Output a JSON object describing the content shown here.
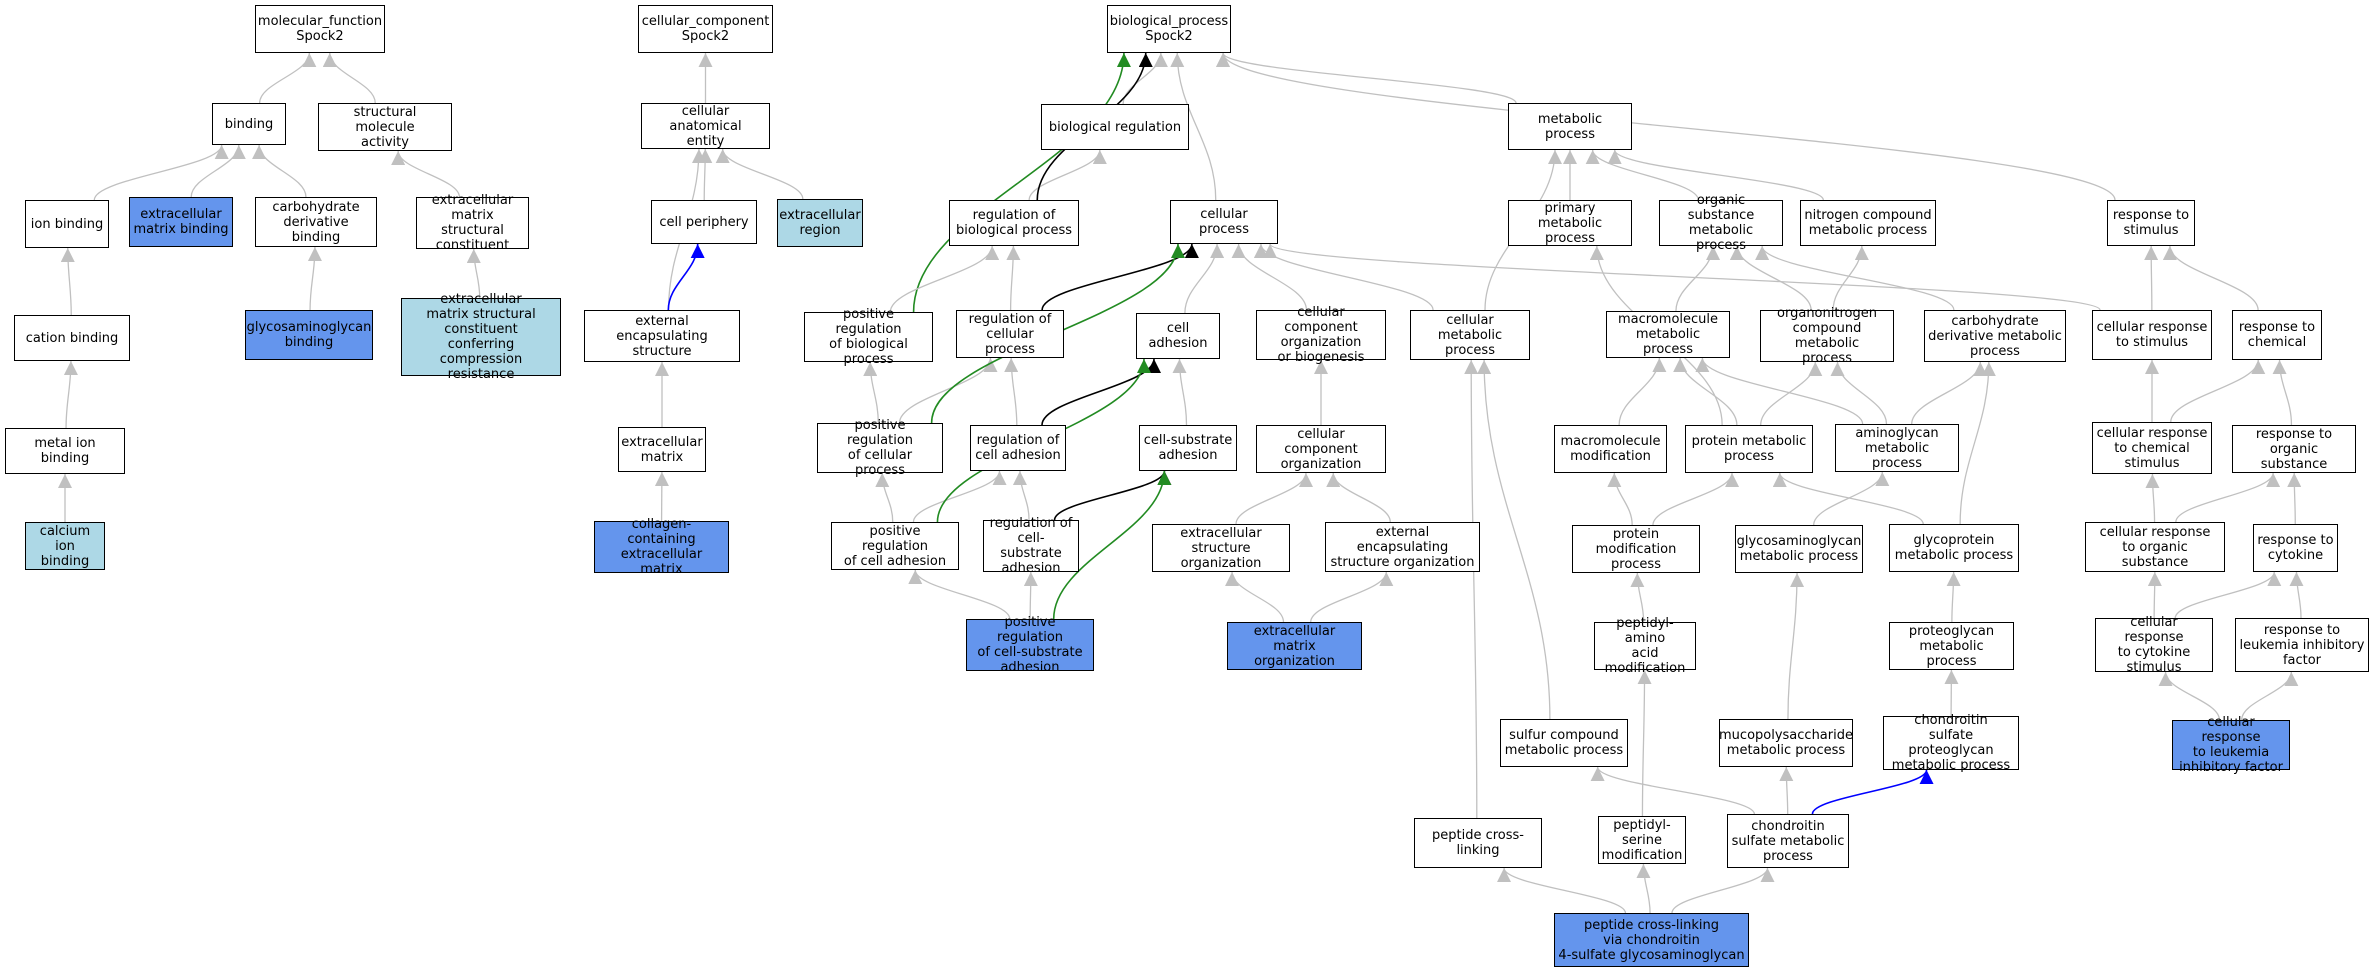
{
  "colors": {
    "default_edge": "#c0c0c0",
    "black_edge": "#000000",
    "green_edge": "#228b22",
    "blue_edge": "#0000ff",
    "light_fill": "#add8e6",
    "medium_fill": "#6495ed"
  },
  "nodes": {
    "mf": {
      "label": "molecular_function\nSpock2",
      "fill": "white"
    },
    "binding": {
      "label": "binding",
      "fill": "white"
    },
    "sma": {
      "label": "structural molecule\nactivity",
      "fill": "white"
    },
    "ionb": {
      "label": "ion binding",
      "fill": "white"
    },
    "ecmb": {
      "label": "extracellular\nmatrix binding",
      "fill": "medium"
    },
    "cdb": {
      "label": "carbohydrate\nderivative binding",
      "fill": "white"
    },
    "emsc": {
      "label": "extracellular\nmatrix structural\nconstituent",
      "fill": "white"
    },
    "catb": {
      "label": "cation binding",
      "fill": "white"
    },
    "gagb": {
      "label": "glycosaminoglycan\nbinding",
      "fill": "medium"
    },
    "emscc": {
      "label": "extracellular\nmatrix structural\nconstituent\nconferring compression\nresistance",
      "fill": "light"
    },
    "metb": {
      "label": "metal ion binding",
      "fill": "white"
    },
    "cab": {
      "label": "calcium ion\nbinding",
      "fill": "light"
    },
    "cc": {
      "label": "cellular_component\nSpock2",
      "fill": "white"
    },
    "cae": {
      "label": "cellular anatomical\nentity",
      "fill": "white"
    },
    "cper": {
      "label": "cell periphery",
      "fill": "white"
    },
    "ecr": {
      "label": "extracellular\nregion",
      "fill": "light"
    },
    "ees": {
      "label": "external encapsulating\nstructure",
      "fill": "white"
    },
    "ecm": {
      "label": "extracellular\nmatrix",
      "fill": "white"
    },
    "cecm": {
      "label": "collagen-containing\nextracellular\nmatrix",
      "fill": "medium"
    },
    "bp": {
      "label": "biological_process\nSpock2",
      "fill": "white"
    },
    "breg": {
      "label": "biological regulation",
      "fill": "white"
    },
    "metp": {
      "label": "metabolic process",
      "fill": "white"
    },
    "rbp": {
      "label": "regulation of\nbiological process",
      "fill": "white"
    },
    "cellp": {
      "label": "cellular process",
      "fill": "white"
    },
    "pmp": {
      "label": "primary metabolic\nprocess",
      "fill": "white"
    },
    "osmp": {
      "label": "organic substance\nmetabolic process",
      "fill": "white"
    },
    "ncmp": {
      "label": "nitrogen compound\nmetabolic process",
      "fill": "white"
    },
    "rts": {
      "label": "response to\nstimulus",
      "fill": "white"
    },
    "prbp": {
      "label": "positive regulation\nof biological\nprocess",
      "fill": "white"
    },
    "rcp": {
      "label": "regulation of\ncellular process",
      "fill": "white"
    },
    "cadh": {
      "label": "cell adhesion",
      "fill": "white"
    },
    "ccob": {
      "label": "cellular component\norganization\nor biogenesis",
      "fill": "white"
    },
    "cmp": {
      "label": "cellular metabolic\nprocess",
      "fill": "white"
    },
    "mmp": {
      "label": "macromolecule\nmetabolic process",
      "fill": "white"
    },
    "oncmp": {
      "label": "organonitrogen\ncompound metabolic\nprocess",
      "fill": "white"
    },
    "cdmp": {
      "label": "carbohydrate\nderivative metabolic\nprocess",
      "fill": "white"
    },
    "crs": {
      "label": "cellular response\nto stimulus",
      "fill": "white"
    },
    "rtc": {
      "label": "response to\nchemical",
      "fill": "white"
    },
    "prcp": {
      "label": "positive regulation\nof cellular\nprocess",
      "fill": "white"
    },
    "rca": {
      "label": "regulation of\ncell adhesion",
      "fill": "white"
    },
    "csa": {
      "label": "cell-substrate\nadhesion",
      "fill": "white"
    },
    "cco": {
      "label": "cellular component\norganization",
      "fill": "white"
    },
    "mmod": {
      "label": "macromolecule\nmodification",
      "fill": "white"
    },
    "protmp": {
      "label": "protein metabolic\nprocess",
      "fill": "white"
    },
    "agmp": {
      "label": "aminoglycan\nmetabolic process",
      "fill": "white"
    },
    "crcs": {
      "label": "cellular response\nto chemical\nstimulus",
      "fill": "white"
    },
    "rtos": {
      "label": "response to\norganic substance",
      "fill": "white"
    },
    "prca": {
      "label": "positive regulation\nof cell adhesion",
      "fill": "white"
    },
    "rcsa": {
      "label": "regulation of\ncell-substrate\nadhesion",
      "fill": "white"
    },
    "ecso": {
      "label": "extracellular\nstructure organization",
      "fill": "white"
    },
    "eeso": {
      "label": "external encapsulating\nstructure organization",
      "fill": "white"
    },
    "pmodp": {
      "label": "protein modification\nprocess",
      "fill": "white"
    },
    "gagmp": {
      "label": "glycosaminoglycan\nmetabolic process",
      "fill": "white"
    },
    "gpmp": {
      "label": "glycoprotein\nmetabolic process",
      "fill": "white"
    },
    "crtos": {
      "label": "cellular response\nto organic substance",
      "fill": "white"
    },
    "rtcyt": {
      "label": "response to\ncytokine",
      "fill": "white"
    },
    "prcsa": {
      "label": "positive regulation\nof cell-substrate\nadhesion",
      "fill": "medium"
    },
    "ecmo": {
      "label": "extracellular\nmatrix organization",
      "fill": "medium"
    },
    "paam": {
      "label": "peptidyl-amino\nacid modification",
      "fill": "white"
    },
    "pgmp": {
      "label": "proteoglycan\nmetabolic process",
      "fill": "white"
    },
    "crcyt": {
      "label": "cellular response\nto cytokine\nstimulus",
      "fill": "white"
    },
    "rlif": {
      "label": "response to\nleukemia inhibitory\nfactor",
      "fill": "white"
    },
    "scmp": {
      "label": "sulfur compound\nmetabolic process",
      "fill": "white"
    },
    "mpsmp": {
      "label": "mucopolysaccharide\nmetabolic process",
      "fill": "white"
    },
    "cspmp": {
      "label": "chondroitin\nsulfate proteoglycan\nmetabolic process",
      "fill": "white"
    },
    "crlif": {
      "label": "cellular response\nto leukemia\ninhibitory factor",
      "fill": "medium"
    },
    "pcl": {
      "label": "peptide cross-linking",
      "fill": "white"
    },
    "psm": {
      "label": "peptidyl-serine\nmodification",
      "fill": "white"
    },
    "csmp": {
      "label": "chondroitin\nsulfate metabolic\nprocess",
      "fill": "white"
    },
    "pclc": {
      "label": "peptide cross-linking\nvia chondroitin\n4-sulfate glycosaminoglycan",
      "fill": "medium"
    }
  },
  "edges": [
    [
      "binding",
      "mf",
      "default"
    ],
    [
      "sma",
      "mf",
      "default"
    ],
    [
      "ionb",
      "binding",
      "default"
    ],
    [
      "ecmb",
      "binding",
      "default"
    ],
    [
      "cdb",
      "binding",
      "default"
    ],
    [
      "emsc",
      "sma",
      "default"
    ],
    [
      "catb",
      "ionb",
      "default"
    ],
    [
      "gagb",
      "cdb",
      "default"
    ],
    [
      "emscc",
      "emsc",
      "default"
    ],
    [
      "metb",
      "catb",
      "default"
    ],
    [
      "cab",
      "metb",
      "default"
    ],
    [
      "cae",
      "cc",
      "default"
    ],
    [
      "cper",
      "cae",
      "default"
    ],
    [
      "ecr",
      "cae",
      "default"
    ],
    [
      "ees",
      "cae",
      "default"
    ],
    [
      "ees",
      "cper",
      "blue"
    ],
    [
      "ecm",
      "ees",
      "default"
    ],
    [
      "cecm",
      "ecm",
      "default"
    ],
    [
      "breg",
      "bp",
      "default"
    ],
    [
      "metp",
      "bp",
      "default"
    ],
    [
      "rts",
      "bp",
      "default"
    ],
    [
      "cellp",
      "bp",
      "default"
    ],
    [
      "rbp",
      "breg",
      "default"
    ],
    [
      "rbp",
      "bp",
      "black"
    ],
    [
      "prbp",
      "bp",
      "green"
    ],
    [
      "prbp",
      "rbp",
      "default"
    ],
    [
      "rcp",
      "rbp",
      "default"
    ],
    [
      "rcp",
      "cellp",
      "black"
    ],
    [
      "prcp",
      "prbp",
      "default"
    ],
    [
      "prcp",
      "rcp",
      "default"
    ],
    [
      "prcp",
      "cellp",
      "green"
    ],
    [
      "cadh",
      "cellp",
      "default"
    ],
    [
      "ccob",
      "cellp",
      "default"
    ],
    [
      "cmp",
      "cellp",
      "default"
    ],
    [
      "crs",
      "cellp",
      "default"
    ],
    [
      "cmp",
      "metp",
      "default"
    ],
    [
      "pmp",
      "metp",
      "default"
    ],
    [
      "osmp",
      "metp",
      "default"
    ],
    [
      "ncmp",
      "metp",
      "default"
    ],
    [
      "rca",
      "rcp",
      "default"
    ],
    [
      "rca",
      "cadh",
      "black"
    ],
    [
      "csa",
      "cadh",
      "default"
    ],
    [
      "prca",
      "prcp",
      "default"
    ],
    [
      "prca",
      "rca",
      "default"
    ],
    [
      "prca",
      "cadh",
      "green"
    ],
    [
      "rcsa",
      "rca",
      "default"
    ],
    [
      "rcsa",
      "csa",
      "black"
    ],
    [
      "prcsa",
      "prca",
      "default"
    ],
    [
      "prcsa",
      "rcsa",
      "default"
    ],
    [
      "prcsa",
      "csa",
      "green"
    ],
    [
      "cco",
      "ccob",
      "default"
    ],
    [
      "ecso",
      "cco",
      "default"
    ],
    [
      "eeso",
      "cco",
      "default"
    ],
    [
      "ecmo",
      "ecso",
      "default"
    ],
    [
      "ecmo",
      "eeso",
      "default"
    ],
    [
      "mmp",
      "osmp",
      "default"
    ],
    [
      "oncmp",
      "osmp",
      "default"
    ],
    [
      "oncmp",
      "ncmp",
      "default"
    ],
    [
      "cdmp",
      "osmp",
      "default"
    ],
    [
      "mmod",
      "mmp",
      "default"
    ],
    [
      "protmp",
      "mmp",
      "default"
    ],
    [
      "protmp",
      "pmp",
      "default"
    ],
    [
      "protmp",
      "oncmp",
      "default"
    ],
    [
      "agmp",
      "mmp",
      "default"
    ],
    [
      "agmp",
      "oncmp",
      "default"
    ],
    [
      "agmp",
      "cdmp",
      "default"
    ],
    [
      "pmodp",
      "mmod",
      "default"
    ],
    [
      "pmodp",
      "protmp",
      "default"
    ],
    [
      "gagmp",
      "agmp",
      "default"
    ],
    [
      "gpmp",
      "protmp",
      "default"
    ],
    [
      "gpmp",
      "cdmp",
      "default"
    ],
    [
      "paam",
      "pmodp",
      "default"
    ],
    [
      "pgmp",
      "gpmp",
      "default"
    ],
    [
      "cspmp",
      "pgmp",
      "default"
    ],
    [
      "mpsmp",
      "gagmp",
      "default"
    ],
    [
      "scmp",
      "cmp",
      "default"
    ],
    [
      "pcl",
      "cmp",
      "default"
    ],
    [
      "psm",
      "paam",
      "default"
    ],
    [
      "csmp",
      "scmp",
      "default"
    ],
    [
      "csmp",
      "mpsmp",
      "default"
    ],
    [
      "csmp",
      "cspmp",
      "blue"
    ],
    [
      "pclc",
      "pcl",
      "default"
    ],
    [
      "pclc",
      "psm",
      "default"
    ],
    [
      "pclc",
      "csmp",
      "default"
    ],
    [
      "crs",
      "rts",
      "default"
    ],
    [
      "rtc",
      "rts",
      "default"
    ],
    [
      "crcs",
      "crs",
      "default"
    ],
    [
      "crcs",
      "rtc",
      "default"
    ],
    [
      "rtos",
      "rtc",
      "default"
    ],
    [
      "crtos",
      "crcs",
      "default"
    ],
    [
      "crtos",
      "rtos",
      "default"
    ],
    [
      "rtcyt",
      "rtos",
      "default"
    ],
    [
      "crcyt",
      "crtos",
      "default"
    ],
    [
      "crcyt",
      "rtcyt",
      "default"
    ],
    [
      "rlif",
      "rtcyt",
      "default"
    ],
    [
      "crlif",
      "crcyt",
      "default"
    ],
    [
      "crlif",
      "rlif",
      "default"
    ]
  ]
}
